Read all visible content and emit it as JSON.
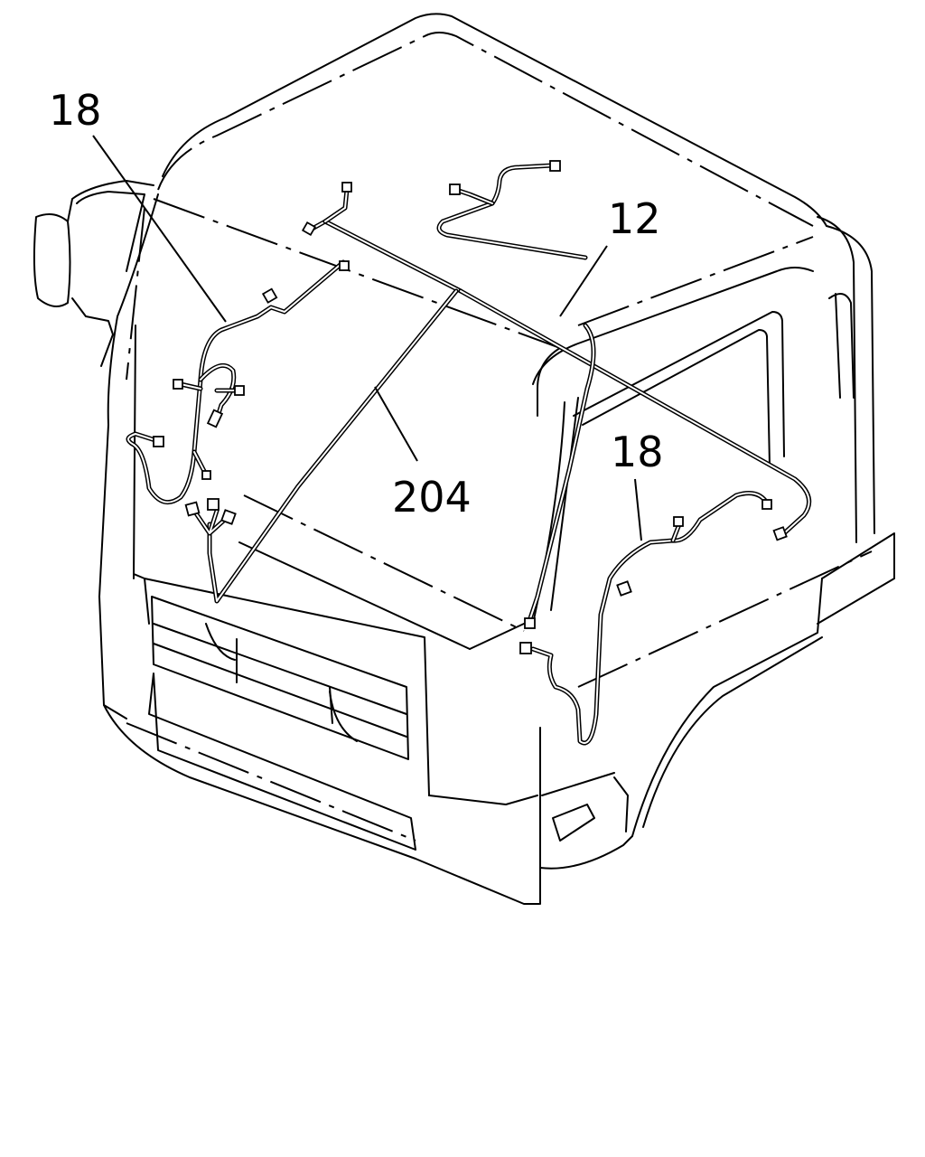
{
  "diagram": {
    "callouts": [
      {
        "id": "harness-left",
        "label": "18"
      },
      {
        "id": "roof-harness",
        "label": "12"
      },
      {
        "id": "main-harness",
        "label": "204"
      },
      {
        "id": "harness-right",
        "label": "18"
      }
    ]
  }
}
